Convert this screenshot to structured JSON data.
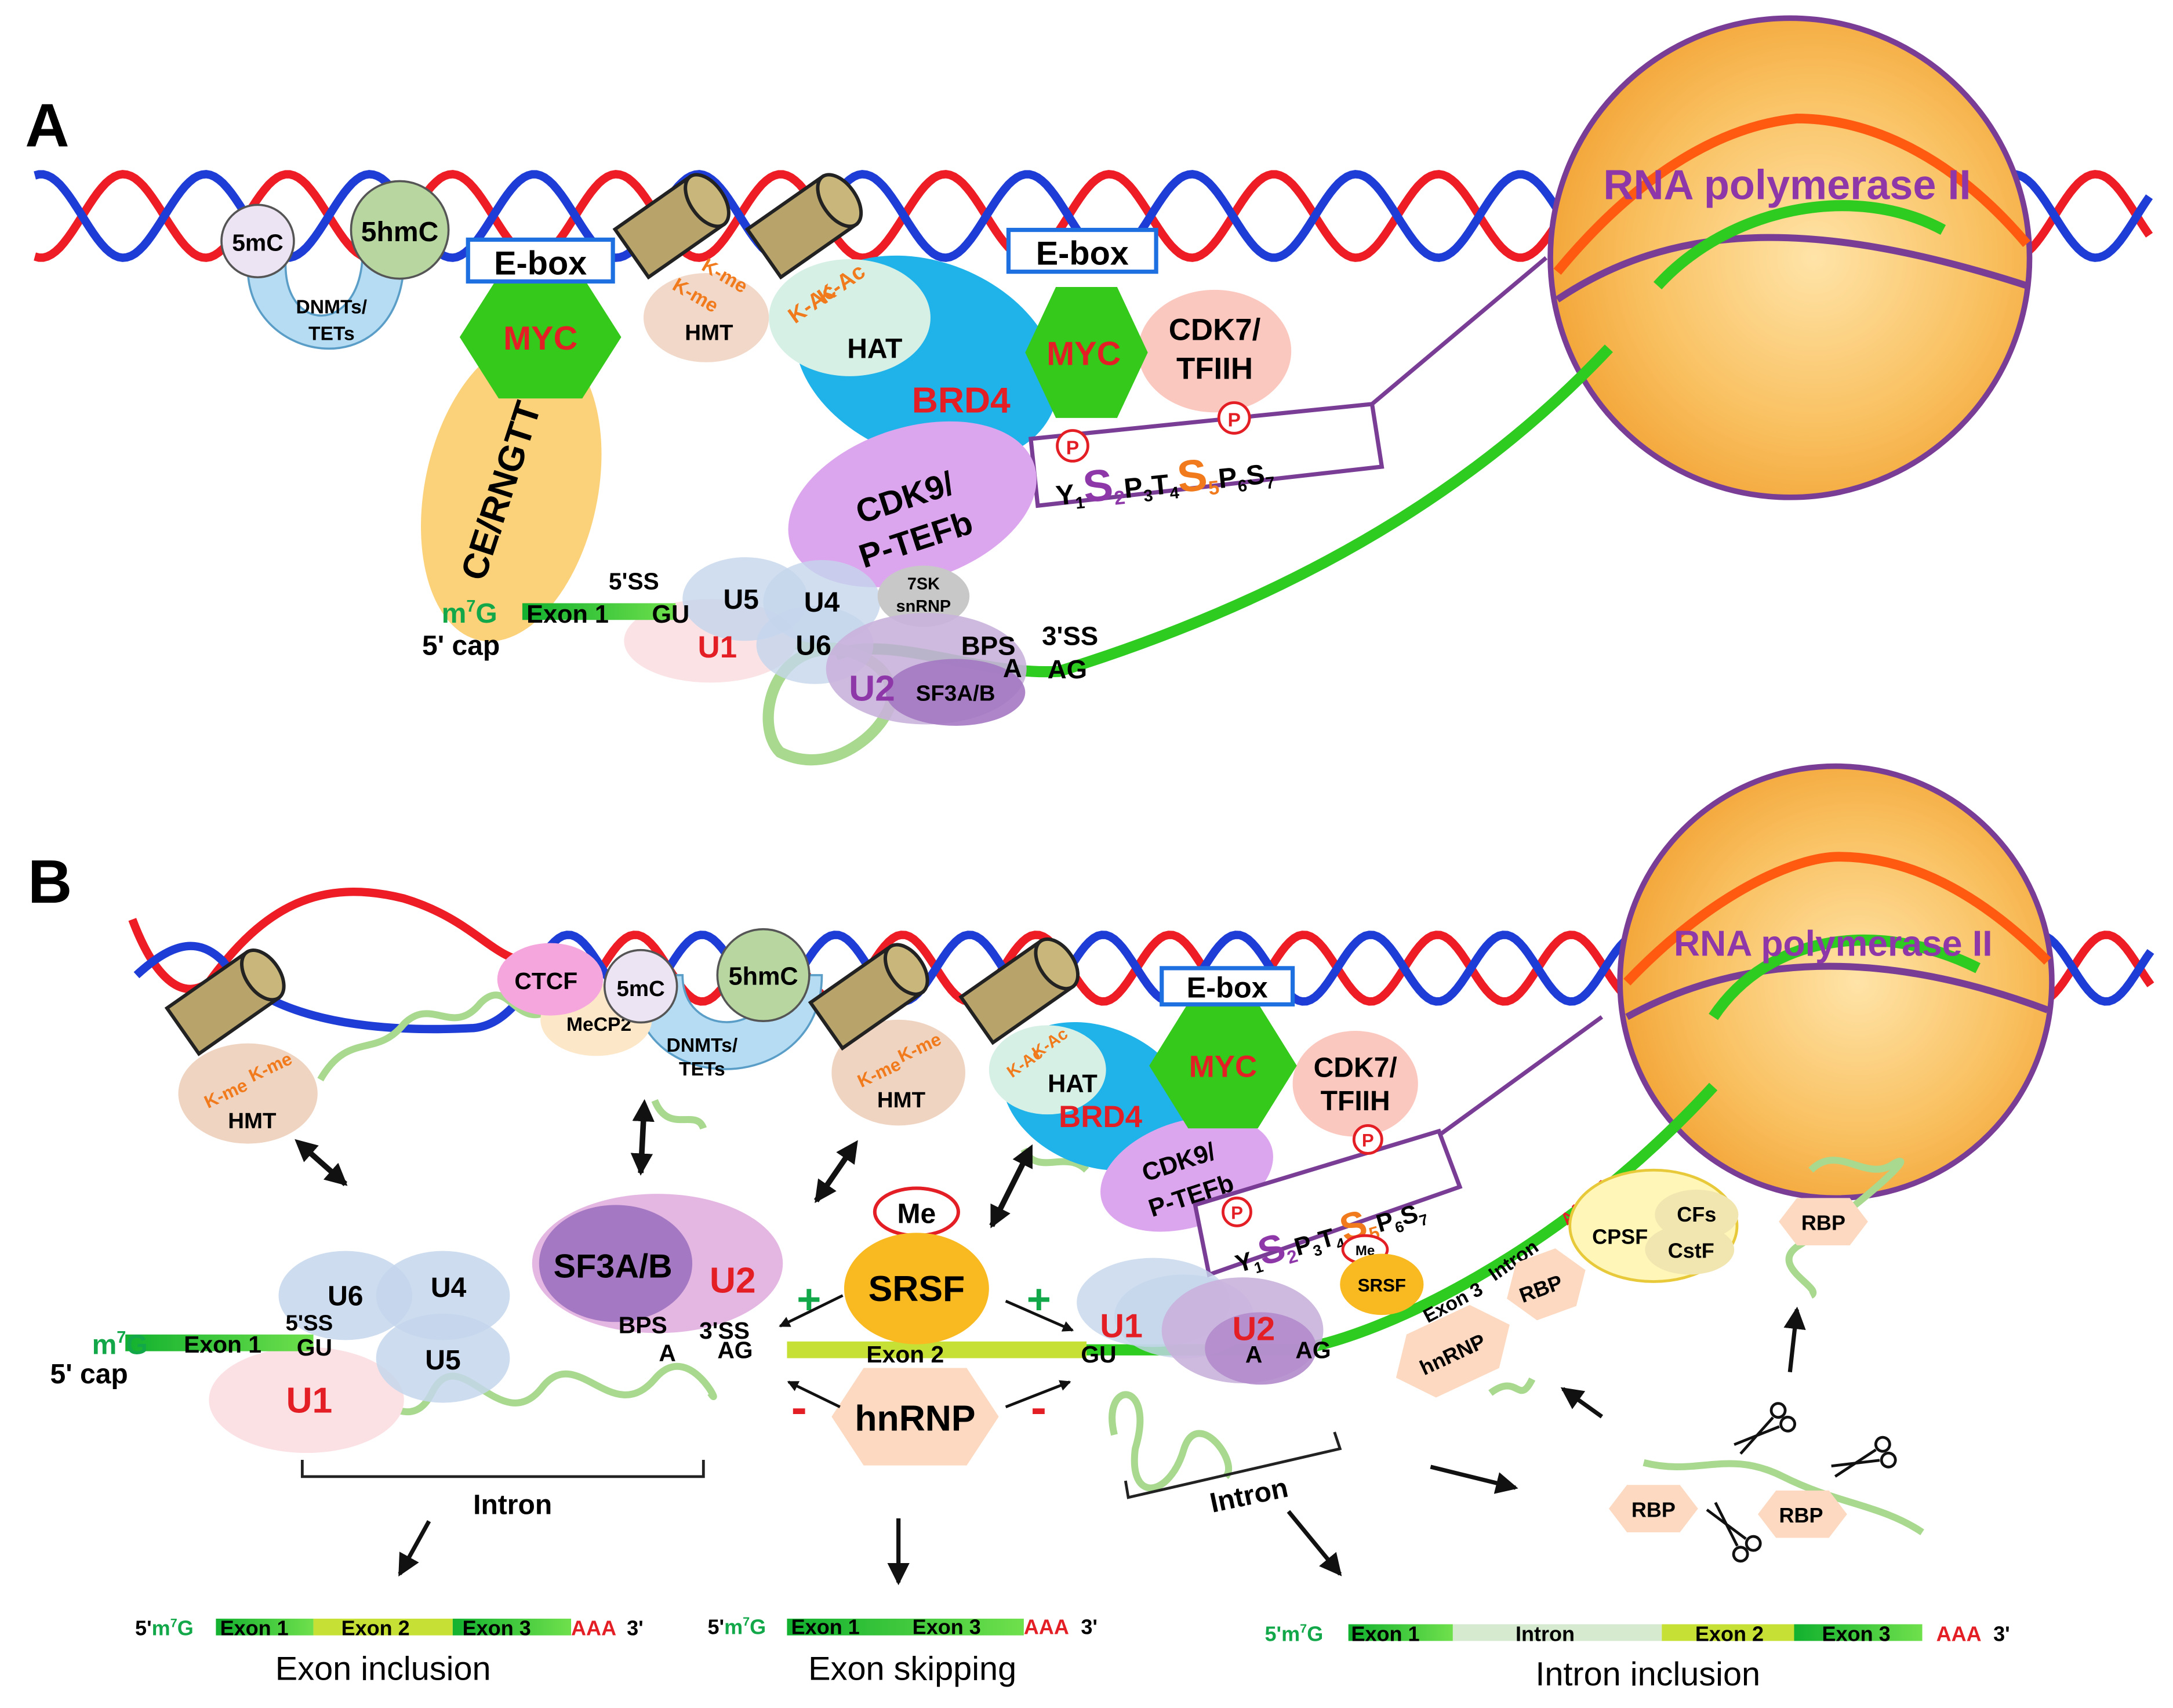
{
  "panels": {
    "a": "A",
    "b": "B"
  },
  "colors": {
    "strand1": "#ee1c24",
    "strand2": "#1e3cd6",
    "rna": "#2ecc20",
    "rna_faded": "#a8d98e",
    "pol": "#f7b451",
    "pol_edge": "#7a3d96",
    "myc": "#35c91c",
    "red_text": "#e31e24",
    "purple_text": "#8e37a8",
    "orange_text": "#f07a1c",
    "green_text": "#12a84a",
    "ebox_edge": "#1e6fe0"
  },
  "a": {
    "pol2": "RNA polymerase II",
    "ebox1": "E-box",
    "ebox2": "E-box",
    "mc5": "5mC",
    "hmc5": "5hmC",
    "dnmts": "DNMTs/",
    "tets": "TETs",
    "myc1": "MYC",
    "myc2": "MYC",
    "kme1": "K-me",
    "kme2": "K-me",
    "hmt": "HMT",
    "kac1": "K-Ac",
    "kac2": "K-Ac",
    "hat": "HAT",
    "brd4": "BRD4",
    "cdk7": "CDK7/",
    "tfiih": "TFIIH",
    "ce": "CE/RNGTT",
    "cdk9": "CDK9/",
    "ptefb": "P-TEFb",
    "p_mark1": "P",
    "p_mark2": "P",
    "ctd": {
      "y": "Y",
      "s2": "S",
      "p3": "P",
      "t4": "T",
      "s5": "S",
      "p6": "P",
      "s7": "S",
      "n1": "1",
      "n2": "2",
      "n3": "3",
      "n4": "4",
      "n5": "5",
      "n6": "6",
      "n7": "7"
    },
    "m7g_m": "m",
    "m7g_7": "7",
    "m7g_g": "G",
    "exon1": "Exon 1",
    "gu": "GU",
    "ss5": "5'SS",
    "cap": "5' cap",
    "u5": "U5",
    "u4": "U4",
    "u1": "U1",
    "u6": "U6",
    "u2": "U2",
    "sf3ab": "SF3A/B",
    "sk7": "7SK",
    "snrnp": "snRNP",
    "bps": "BPS",
    "ss3": "3'SS",
    "a_nt": "A",
    "ag": "AG"
  },
  "b": {
    "pol2": "RNA polymerase II",
    "ctcf": "CTCF",
    "mc5": "5mC",
    "hmc5": "5hmC",
    "mecp2": "MeCP2",
    "dnmts": "DNMTs/",
    "tets": "TETs",
    "kme1": "K-me",
    "kme2": "K-me",
    "hmt1": "HMT",
    "kme3": "K-me",
    "kme4": "K-me",
    "hmt2": "HMT",
    "kac1": "K-Ac",
    "kac2": "K-Ac",
    "hat": "HAT",
    "brd4": "BRD4",
    "ebox": "E-box",
    "myc": "MYC",
    "cdk7": "CDK7/",
    "tfiih": "TFIIH",
    "cdk9": "CDK9/",
    "ptefb": "P-TEFb",
    "p_mark1": "P",
    "p_mark2": "P",
    "ctd": {
      "y": "Y",
      "s2": "S",
      "p3": "P",
      "t4": "T",
      "s5": "S",
      "p6": "P",
      "s7": "S",
      "n1": "1",
      "n2": "2",
      "n3": "3",
      "n4": "4",
      "n5": "5",
      "n6": "6",
      "n7": "7"
    },
    "me_big": "Me",
    "srsf_big": "SRSF",
    "hnrnp_big": "hnRNP",
    "plus": "+",
    "minus": "-",
    "sf3ab": "SF3A/B",
    "u2_big": "U2",
    "u6": "U6",
    "u4": "U4",
    "u5": "U5",
    "u1_left": "U1",
    "ss5": "5'SS",
    "gu1": "GU",
    "m7g_m": "m",
    "m7g_7": "7",
    "m7g_g": "G",
    "exon1": "Exon 1",
    "cap": "5' cap",
    "bps": "BPS",
    "ss3": "3'SS",
    "a_nt1": "A",
    "ag1": "AG",
    "exon2": "Exon 2",
    "gu2": "GU",
    "u1_right": "U1",
    "u2_right": "U2",
    "a_nt2": "A",
    "ag2": "AG",
    "intron_left": "Intron",
    "intron_right": "Intron",
    "me_small": "Me",
    "srsf_small": "SRSF",
    "exon3_small": "Exon 3",
    "intron_small": "Intron",
    "aaaaa": "AAAAA",
    "rbp_a": "RBP",
    "hnrnp_small": "hnRNP",
    "cpsf": "CPSF",
    "cfs": "CFs",
    "cstf": "CstF",
    "rbp_b": "RBP",
    "rbp_c": "RBP",
    "rbp_d": "RBP",
    "m1": {
      "five": "5'",
      "m": "m",
      "seven": "7",
      "g": "G",
      "e1": "Exon 1",
      "e2": "Exon 2",
      "e3": "Exon 3",
      "aaa": "AAA",
      "three": "3'",
      "label": "Exon inclusion"
    },
    "m2": {
      "five": "5'",
      "m": "m",
      "seven": "7",
      "g": "G",
      "e1": "Exon 1",
      "e3": "Exon 3",
      "aaa": "AAA",
      "three": "3'",
      "label": "Exon skipping"
    },
    "m3": {
      "five": "5'",
      "m": "m",
      "seven": "7",
      "g": "G",
      "e1": "Exon 1",
      "intron": "Intron",
      "e2": "Exon 2",
      "e3": "Exon 3",
      "aaa": "AAA",
      "three": "3'",
      "label": "Intron inclusion"
    }
  }
}
